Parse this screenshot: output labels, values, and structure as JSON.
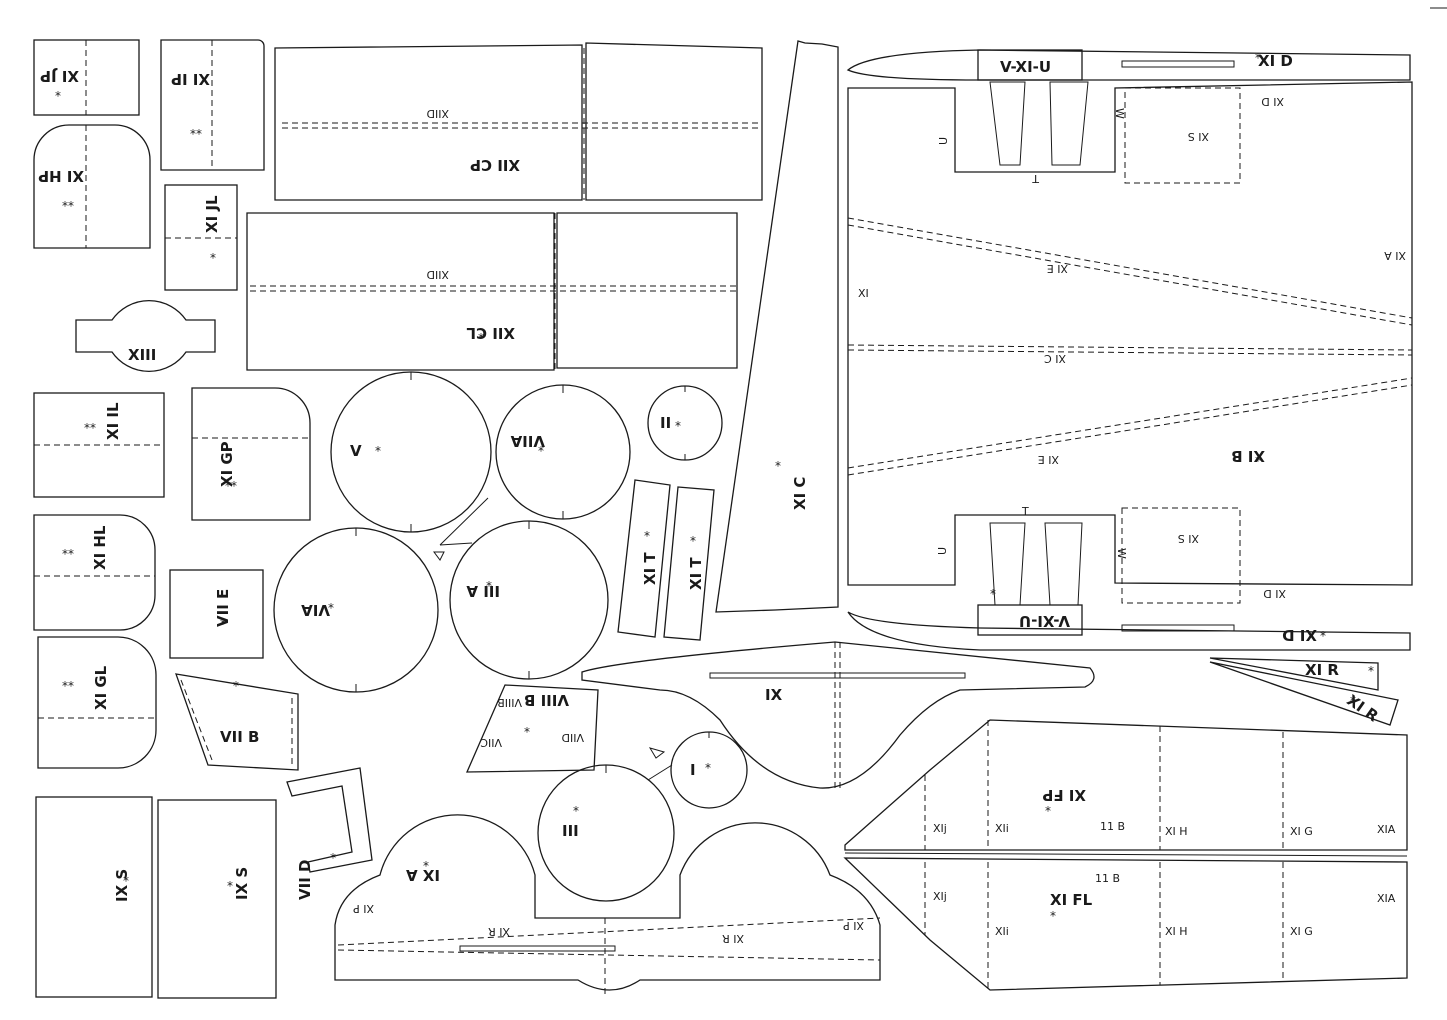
{
  "labels": {
    "a1": "XI JP",
    "a2": "XI IP",
    "a3": "XI HP",
    "a4": "XI JL",
    "a5": "XII CP",
    "a6": "XIID",
    "a7": "XIID",
    "a8": "XII CL",
    "a9": "XIII",
    "a10": "XI IL",
    "a11": "XI GP",
    "a12": "V",
    "a13": "VIIA",
    "a14": "II",
    "a15": "XI HL",
    "a16": "VII E",
    "a17": "VIA",
    "a18": "III A",
    "a19": "XI T",
    "a20": "XI T",
    "a21": "XI C",
    "a22": "XI GL",
    "a23": "VII B",
    "a24": "VIII B",
    "a25": "VIIIB",
    "a26": "VIIC",
    "a27": "VIID",
    "a28": "IX",
    "a29": "I",
    "a30": "III",
    "a31": "IX S",
    "a32": "IX S",
    "a33": "VII D",
    "a34": "IX A",
    "a35": "XI P",
    "a36": "XI R",
    "a37": "XI R",
    "a38": "XI P",
    "a39": "XI D",
    "a40": "XI D",
    "a41": "XI S",
    "a42": "V-XI-U",
    "a43": "XI",
    "a44": "XI E",
    "a45": "XI C",
    "a46": "XI B",
    "a47": "XI E",
    "a48": "XI A",
    "a49": "XI S",
    "a50": "V-XI-U",
    "a51": "XI D",
    "a52": "XI D",
    "a53": "XI R",
    "a54": "XI R",
    "a55": "XI FP",
    "a56": "XIj",
    "a57": "XIi",
    "a58": "11 B",
    "a59": "XI H",
    "a60": "XI G",
    "a61": "XIA",
    "a62": "11 B",
    "a63": "XI FL",
    "a64": "XIj",
    "a65": "XIi",
    "a66": "XI H",
    "a67": "XI G",
    "a68": "XIA",
    "a69": "T",
    "a70": "T",
    "a71": "U",
    "a72": "U",
    "a73": "W",
    "a74": "W"
  }
}
